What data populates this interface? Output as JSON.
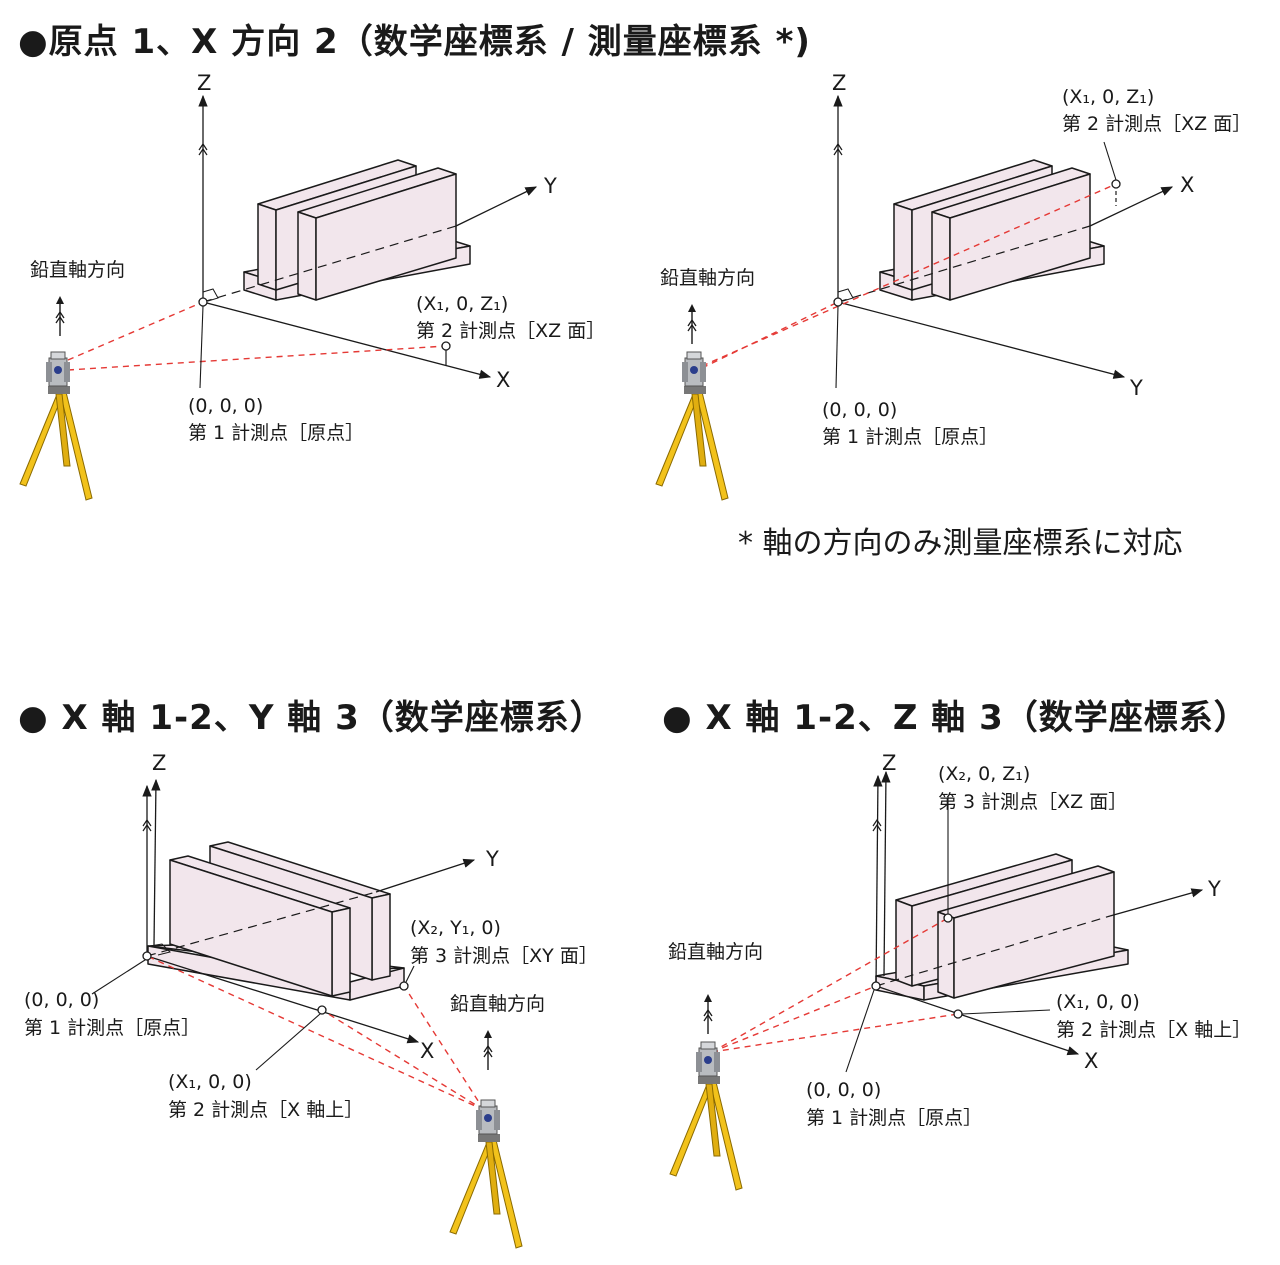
{
  "headings": {
    "top": "●原点 1、X 方向 2（数学座標系 / 測量座標系 *)",
    "bottom_left": "● X 軸 1-2、Y 軸 3（数学座標系）",
    "bottom_right": "● X 軸 1-2、Z 軸 3（数学座標系）"
  },
  "note": "* 軸の方向のみ測量座標系に対応",
  "axes": {
    "x": "X",
    "y": "Y",
    "z": "Z"
  },
  "vertical_axis_label": "鉛直軸方向",
  "origin": {
    "coord": "(0, 0, 0)",
    "label": "第 1 計測点［原点］"
  },
  "diagrams": {
    "d1": {
      "p2_coord": "(X₁, 0, Z₁)",
      "p2_label": "第 2 計測点［XZ 面］"
    },
    "d2": {
      "p2_coord": "(X₁, 0, Z₁)",
      "p2_label": "第 2 計測点［XZ 面］"
    },
    "d3": {
      "p2_coord": "(X₁, 0, 0)",
      "p2_label": "第 2 計測点［X 軸上］",
      "p3_coord": "(X₂, Y₁, 0)",
      "p3_label": "第 3 計測点［XY 面］"
    },
    "d4": {
      "p2_coord": "(X₁, 0, 0)",
      "p2_label": "第 2 計測点［X 軸上］",
      "p3_coord": "(X₂, 0, Z₁)",
      "p3_label": "第 3 計測点［XZ 面］"
    }
  },
  "colors": {
    "structure_fill": "#f2e6ec",
    "sightline": "#e53935",
    "tripod": "#f2c21b",
    "line": "#1a1a1a"
  },
  "icons": [
    "total-station-icon",
    "up-arrow-icon"
  ]
}
